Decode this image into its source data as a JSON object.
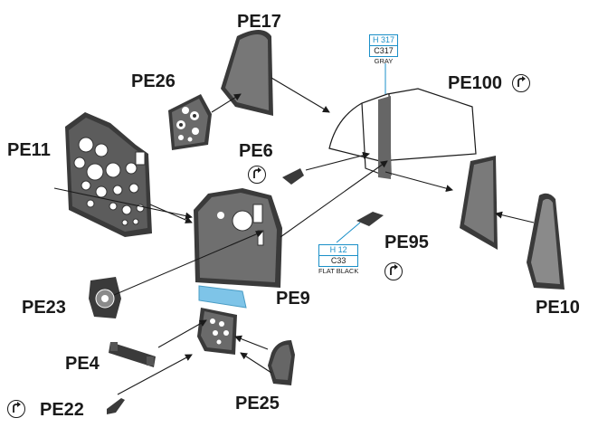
{
  "labels": {
    "pe17": "PE17",
    "pe26": "PE26",
    "pe100": "PE100",
    "pe11": "PE11",
    "pe6": "PE6",
    "pe95": "PE95",
    "pe23": "PE23",
    "pe9": "PE9",
    "pe10": "PE10",
    "pe4": "PE4",
    "pe25": "PE25",
    "pe22": "PE22"
  },
  "paint_callouts": {
    "gray": {
      "h_code": "H 317",
      "c_code": "C317",
      "color_name": "GRAY"
    },
    "flat_black": {
      "h_code": "H 12",
      "c_code": "C33",
      "color_name": "FLAT BLACK"
    }
  },
  "colors": {
    "callout_blue": "#1a8fc8",
    "part_dark": "#3a3a3a",
    "part_face": "#6f6f6f",
    "highlight_blue": "#7ec4e8"
  },
  "icons": [
    "bend-arrow-icon"
  ]
}
